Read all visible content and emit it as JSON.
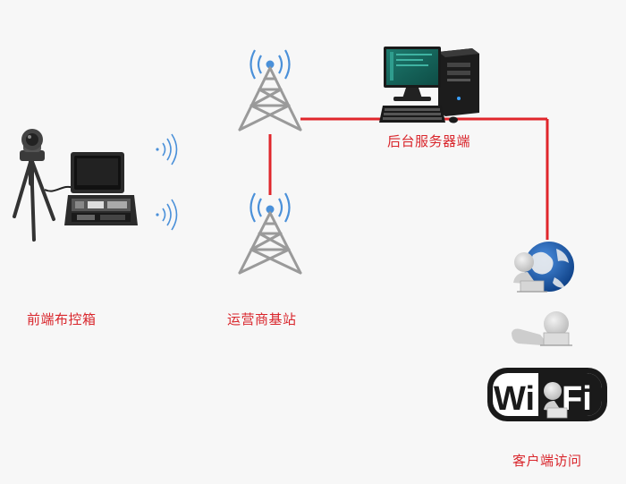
{
  "labels": {
    "frontend_box": "前端布控箱",
    "base_station": "运营商基站",
    "server": "后台服务器端",
    "client": "客户端访问"
  },
  "wifi_logo_text": "WiFi",
  "colors": {
    "link_line": "#e0262b",
    "label_text": "#d9262c",
    "tower": "#9a9a9a",
    "signal": "#4a90d9",
    "globe": "#1f5fb0",
    "case_body": "#2a2a2a"
  },
  "icons": [
    "ptz-camera-icon",
    "tripod-icon",
    "control-case-icon",
    "wireless-signal-icon",
    "cell-tower-icon",
    "desktop-computer-icon",
    "globe-icon",
    "laptop-user-icon",
    "wifi-logo-icon"
  ]
}
